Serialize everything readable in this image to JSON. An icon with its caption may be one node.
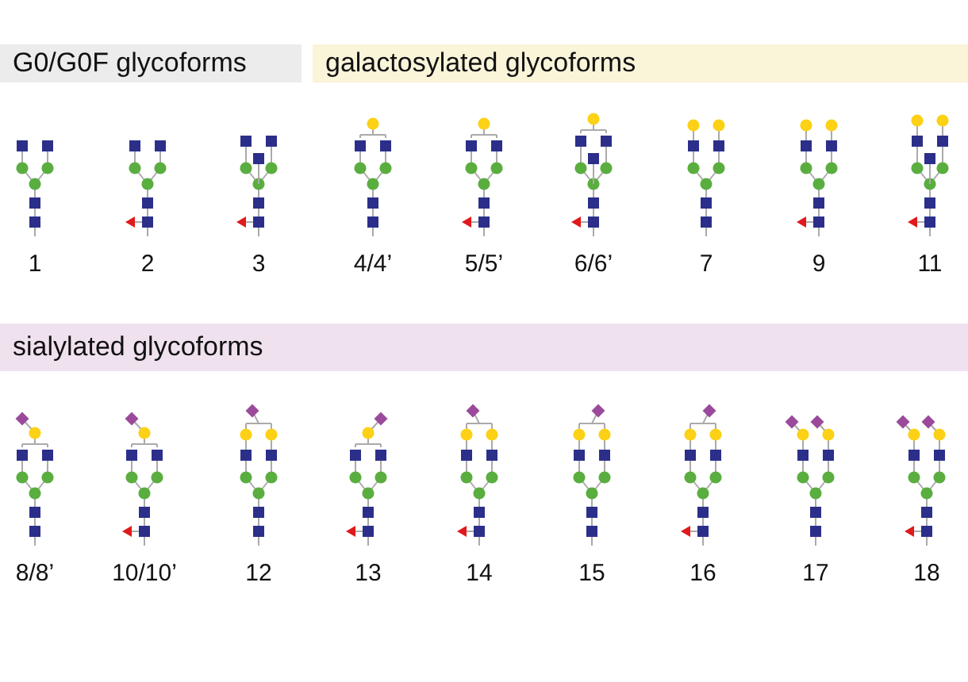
{
  "diagram": {
    "nodes": [
      {
        "text": [
          "G0/G0F glycoforms"
        ]
      },
      {
        "text": [
          "galactosylated glycoforms"
        ]
      },
      {
        "text": [
          "sialylated glycoforms"
        ]
      }
    ],
    "labels": [
      "1",
      "2",
      "3",
      "4/4’",
      "5/5’",
      "6/6’",
      "7",
      "9",
      "11",
      "8/8’",
      "10/10’",
      "12",
      "13",
      "14",
      "15",
      "16",
      "17",
      "18"
    ]
  }
}
